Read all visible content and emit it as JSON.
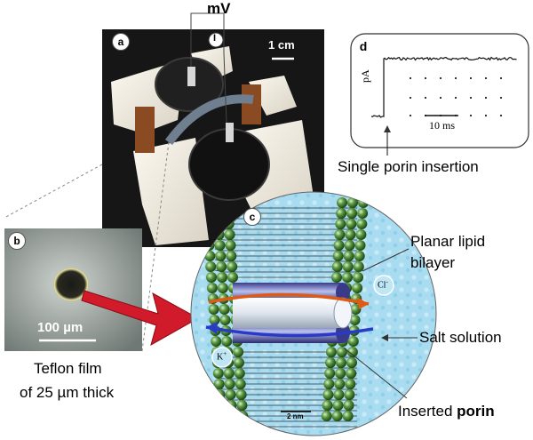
{
  "panel_a": {
    "badge": "a",
    "voltage_label": "mV",
    "current_label": "I",
    "scale_bar": "1 cm"
  },
  "panel_b": {
    "badge": "b",
    "scale_bar": "100 µm",
    "caption_line1": "Teflon film",
    "caption_line2": "of 25 µm thick"
  },
  "panel_c": {
    "badge": "c",
    "scale_bar": "2 nm",
    "ion_cl": "Cl",
    "ion_cl_sup": "-",
    "ion_k": "K",
    "ion_k_sup": "+",
    "label_bilayer_line1": "Planar lipid",
    "label_bilayer_line2": "bilayer",
    "label_salt": "Salt solution",
    "label_porin_prefix": "Inserted ",
    "label_porin_bold": "porin"
  },
  "panel_d": {
    "badge": "d",
    "y_unit": "pA",
    "time_scale": "10 ms",
    "caption": "Single porin insertion"
  }
}
